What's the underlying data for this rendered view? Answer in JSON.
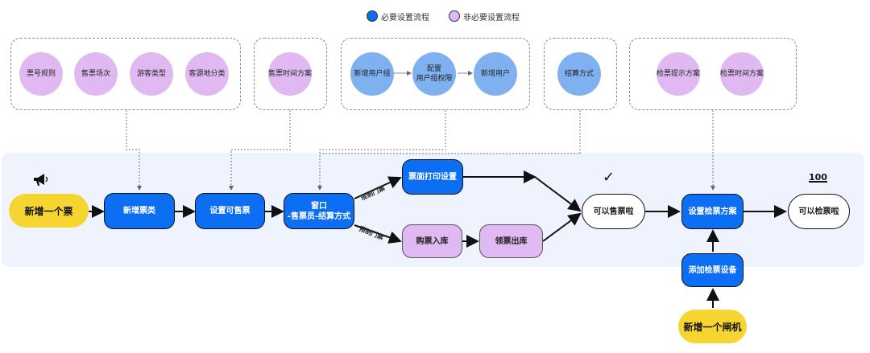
{
  "legend": {
    "required": {
      "label": "必要设置流程",
      "color": "#0c6ef2"
    },
    "optional": {
      "label": "非必要设置流程",
      "color": "#e0b9f2"
    }
  },
  "groups": {
    "g1": [
      "票号规则",
      "售票场次",
      "游客类型",
      "客源地分类"
    ],
    "g2": [
      "售票时间方案"
    ],
    "g3": [
      "新增用户组",
      "配置\n用户组权限",
      "新增用户"
    ],
    "g4": [
      "结算方式"
    ],
    "g5": [
      "检票提示方案",
      "检票时间方案"
    ]
  },
  "flow": {
    "start": "新增一个票",
    "new_type": "新增票类",
    "set_sellable": "设置可售票",
    "window": "窗口\n-售票员-结算方式",
    "print": "票面打印设置",
    "purchase_in": "购票入库",
    "claim_out": "领票出库",
    "can_sell": "可以售票啦",
    "set_check": "设置检票方案",
    "can_check": "可以检票啦",
    "add_device": "添加检票设备",
    "new_gate": "新增一个闸机"
  },
  "edge_labels": {
    "unprinted": "现制门票",
    "preprinted": "预制门票"
  },
  "symbols": {
    "megaphone": "megaphone-icon",
    "check": "✓",
    "hundred": "100"
  }
}
